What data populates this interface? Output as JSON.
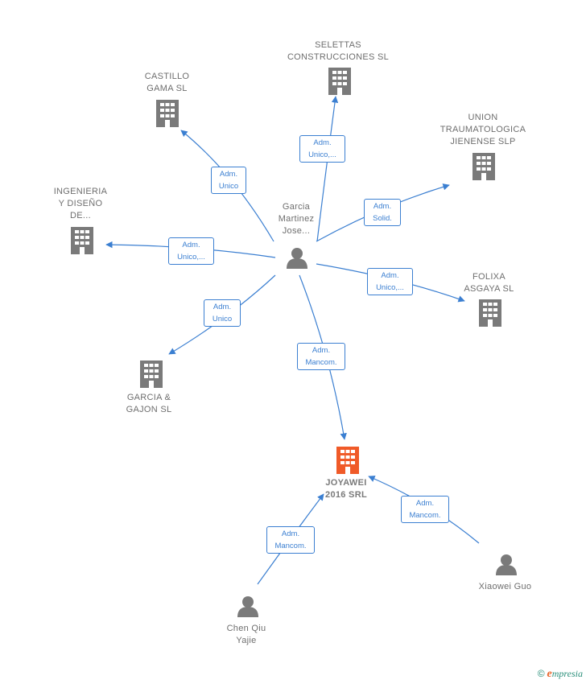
{
  "center": {
    "label": "Garcia\nMartinez\nJose..."
  },
  "companies": {
    "selettas": "SELETTAS\nCONSTRUCCIONES SL",
    "castillo": "CASTILLO\nGAMA SL",
    "union": "UNION\nTRAUMATOLOGICA\nJIENENSE SLP",
    "ingenieria": "INGENIERIA\nY DISEÑO\nDE...",
    "folixa": "FOLIXA\nASGAYA SL",
    "garcia_gajon": "GARCIA &\nGAJON SL",
    "joyawei": "JOYAWEI\n2016 SRL"
  },
  "people": {
    "chen": "Chen Qiu\nYajie",
    "xiaowei": "Xiaowei Guo"
  },
  "edges": {
    "selettas": "Adm.\nUnico,...",
    "castillo": "Adm.\nUnico",
    "union": "Adm.\nSolid.",
    "ingenieria": "Adm.\nUnico,...",
    "folixa": "Adm.\nUnico,...",
    "garcia_gajon": "Adm.\nUnico",
    "joyawei": "Adm.\nMancom.",
    "chen": "Adm.\nMancom.",
    "xiaowei": "Adm.\nMancom."
  },
  "colors": {
    "edge": "#3b7fd1",
    "node": "#7a7a7a",
    "focus": "#f05a28"
  },
  "footer": {
    "copyright": "©",
    "brand_initial": "e",
    "brand_rest": "mpresia"
  }
}
